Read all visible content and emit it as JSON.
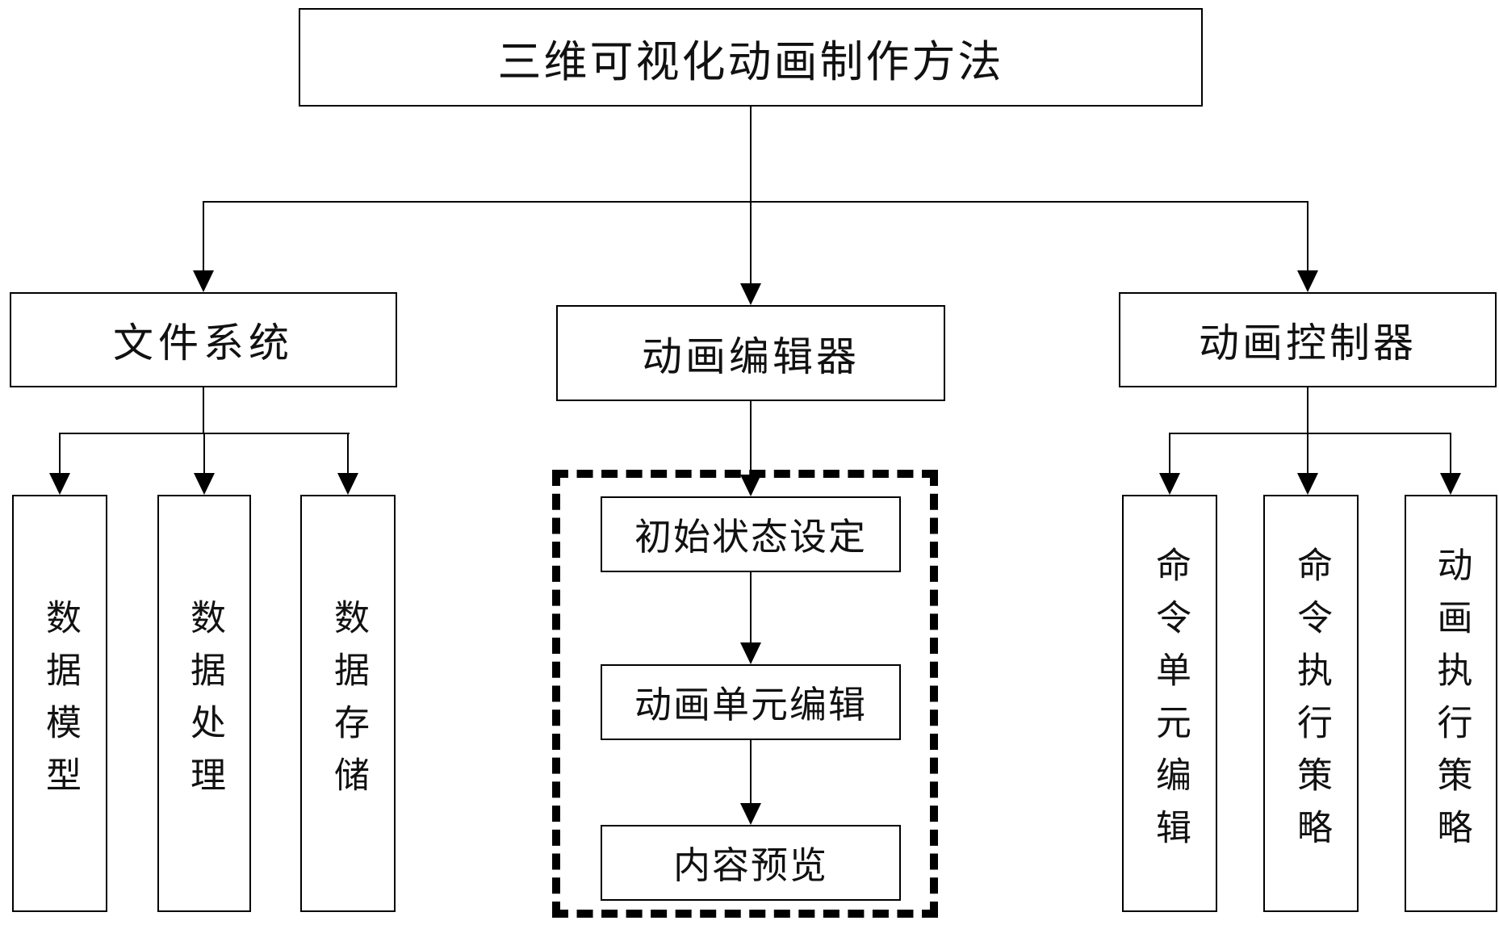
{
  "diagram": {
    "title": "三维可视化动画制作方法",
    "type": "hierarchy-flowchart",
    "colors": {
      "background": "#ffffff",
      "line": "#000000",
      "box_border": "#000000",
      "text": "#111111"
    },
    "branches": {
      "file_system": {
        "label": "文件系统",
        "children": [
          {
            "label": "数据模型"
          },
          {
            "label": "数据处理"
          },
          {
            "label": "数据存储"
          }
        ]
      },
      "editor": {
        "label": "动画编辑器",
        "steps": [
          {
            "label": "初始状态设定"
          },
          {
            "label": "动画单元编辑"
          },
          {
            "label": "内容预览"
          }
        ]
      },
      "controller": {
        "label": "动画控制器",
        "children": [
          {
            "label": "命令单元编辑"
          },
          {
            "label": "命令执行策略"
          },
          {
            "label": "动画执行策略"
          }
        ]
      }
    }
  }
}
